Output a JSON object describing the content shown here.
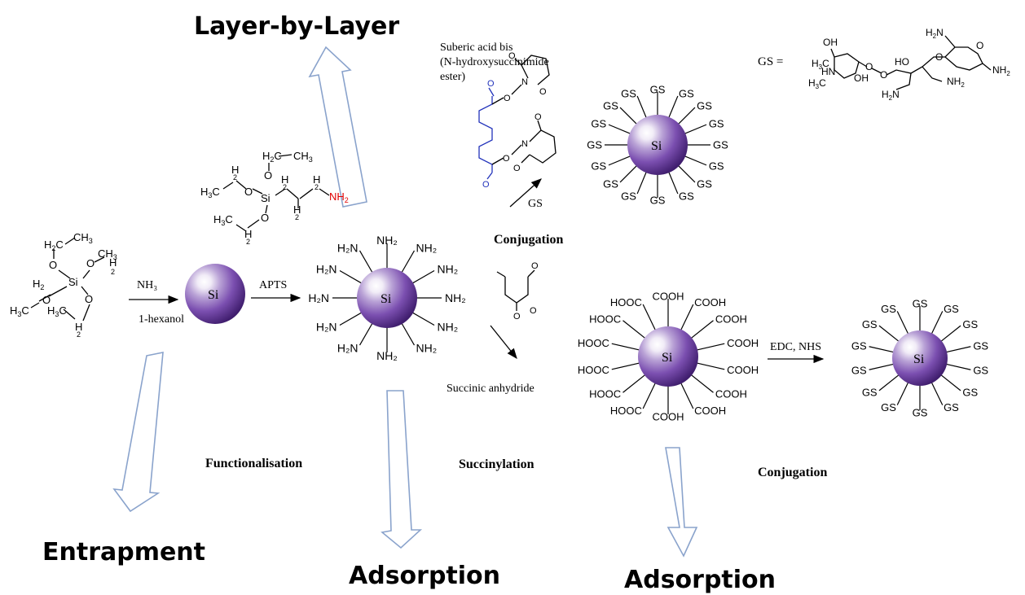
{
  "processes": {
    "layer_by_layer": "Layer-by-Layer",
    "entrapment": "Entrapment",
    "adsorption_1": "Adsorption",
    "adsorption_2": "Adsorption"
  },
  "steps": {
    "functionalisation": "Functionalisation",
    "succinylation": "Succinylation",
    "conjugation_1": "Conjugation",
    "conjugation_2": "Conjugation"
  },
  "reagents": {
    "nh3": "NH₃",
    "hexanol": "1-hexanol",
    "apts": "APTS",
    "gs_arrow": "GS",
    "succinic_anhydride": "Succinic anhydride",
    "edc_nhs": "EDC, NHS",
    "suberic_line1": "Suberic acid bis",
    "suberic_line2": "(N-hydroxysuccinimide",
    "suberic_line3": "ester)",
    "gs_def": "GS ="
  },
  "particle": {
    "core_label": "Si",
    "ligand_amine": "NH₂",
    "ligand_amine_left": "H₂N",
    "ligand_carboxyl_right": "COOH",
    "ligand_carboxyl_left": "HOOC",
    "ligand_gs": "GS"
  },
  "colors": {
    "amine": "#e00000",
    "linker": "#2233bb",
    "particle": "#5b2d8e",
    "process_arrow": "#8aa3cc"
  }
}
